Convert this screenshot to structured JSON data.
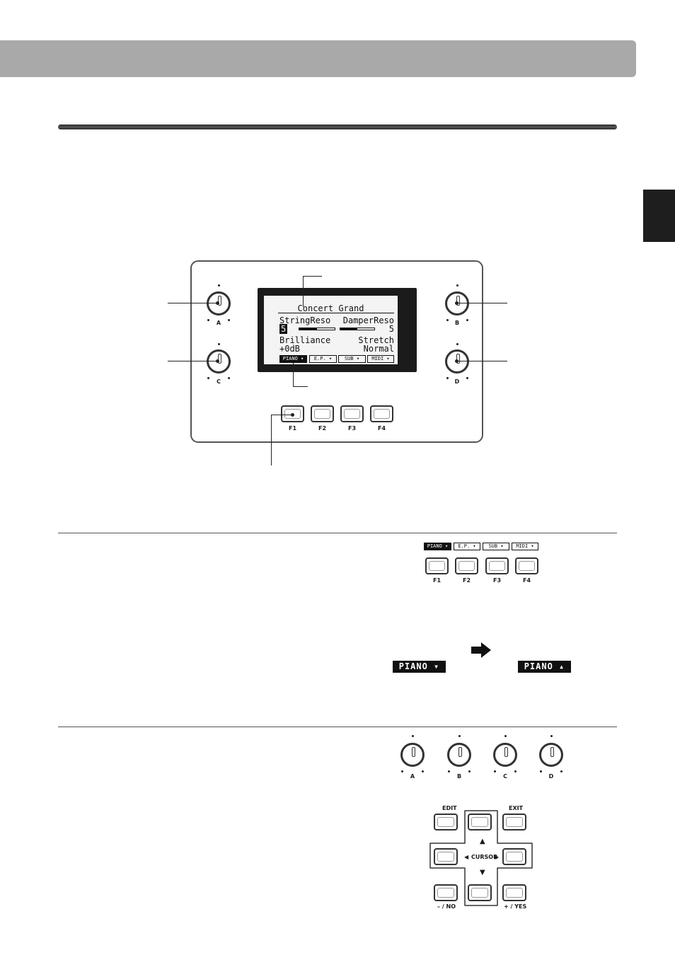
{
  "lcd": {
    "title": "Concert Grand",
    "param1_label": "StringReso",
    "param1_value": "5",
    "param1_level": 0.5,
    "param2_label": "DamperReso",
    "param2_value": "5",
    "param2_level": 0.5,
    "param3_label": "Brilliance",
    "param3_value": "+0dB",
    "param4_label": "Stretch",
    "param4_value": "Normal",
    "tabs": [
      "PIANO",
      "E.P.",
      "SUB",
      "MIDI"
    ]
  },
  "knobs": [
    "A",
    "B",
    "C",
    "D"
  ],
  "function_buttons": [
    "F1",
    "F2",
    "F3",
    "F4"
  ],
  "piano_tab_before": "PIANO",
  "piano_tab_after": "PIANO",
  "cursor_pad": {
    "edit": "EDIT",
    "exit": "EXIT",
    "cursor": "CURSOR",
    "no": "– / NO",
    "yes": "+ / YES"
  }
}
